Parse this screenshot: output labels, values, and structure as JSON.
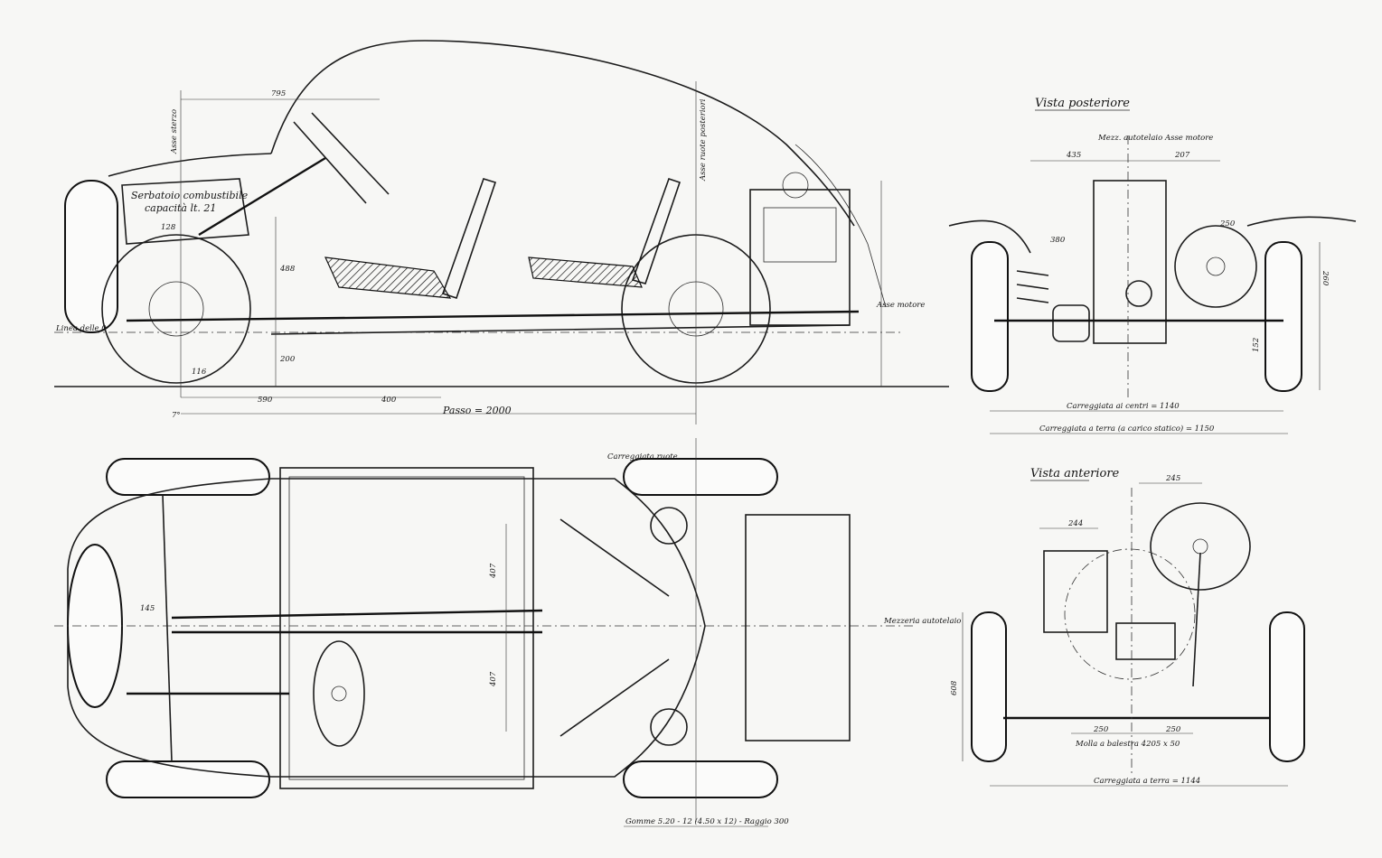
{
  "side_view": {
    "fuel_tank_label_1": "Serbatoio combustibile",
    "fuel_tank_label_2": "capacità lt. 21",
    "zero_line": "Linea delle 0",
    "wheelbase": "Passo = 2000",
    "dim_795": "795",
    "dim_590": "590",
    "dim_400": "400",
    "dim_128": "128",
    "dim_200": "200",
    "dim_116": "116",
    "dim_488": "488",
    "dim_7deg": "7°",
    "steering_axis": "Asse sterzo",
    "rear_axle": "Asse ruote posteriori",
    "engine_axis": "Asse motore"
  },
  "rear_view": {
    "title": "Vista posteriore",
    "chassis_axis": "Mezz. autotelaio  Asse motore",
    "track_centers": "Carreggiata ai centri = 1140",
    "track_ground": "Carreggiata a terra (a carico statico) = 1150",
    "dim_435": "435",
    "dim_207": "207",
    "dim_380": "380",
    "dim_250": "250",
    "dim_260": "260",
    "dim_152": "152"
  },
  "front_view": {
    "title": "Vista anteriore",
    "dim_245": "245",
    "dim_244": "244",
    "dim_250a": "250",
    "dim_250b": "250",
    "spring_label": "Molla a balestra 4205 x 50",
    "track_ground": "Carreggiata a terra = 1144",
    "dim_608": "608"
  },
  "plan_view": {
    "tire_label": "Gomme 5.20 - 12 (4.50 x 12) - Raggio 300",
    "rear_reach": "Carreggiata ruote",
    "chassis_center": "Mezzeria autotelaio",
    "dim_145": "145",
    "dim_407a": "407",
    "dim_407b": "407"
  }
}
